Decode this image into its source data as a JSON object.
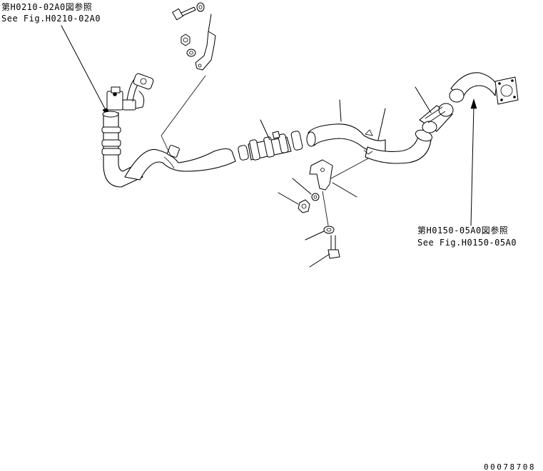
{
  "references": [
    {
      "line1": "第H0210-02A0図参照",
      "line2": "See Fig.H0210-02A0"
    },
    {
      "line1": "第H0150-05A0図参照",
      "line2": "See Fig.H0150-05A0"
    }
  ],
  "drawing_code": "00078708"
}
